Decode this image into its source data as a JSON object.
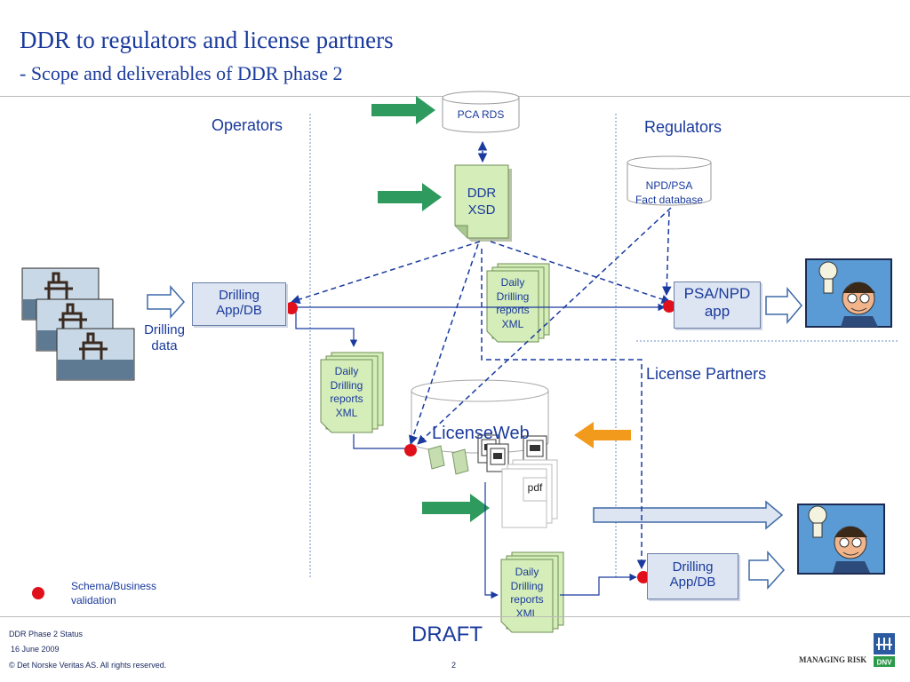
{
  "header": {
    "title": "DDR to regulators and license partners",
    "subtitle": "- Scope and deliverables of DDR phase 2"
  },
  "columns": {
    "operators": "Operators",
    "regulators": "Regulators",
    "license_partners": "License Partners"
  },
  "nodes": {
    "pca_rds": "PCA RDS",
    "ddr_xsd": [
      "DDR",
      "XSD"
    ],
    "npd_psa_db": [
      "NPD/PSA",
      "Fact database"
    ],
    "drilling_app_operator": [
      "Drilling",
      "App/DB"
    ],
    "drilling_data": [
      "Drilling",
      "data"
    ],
    "daily_reports_top": [
      "Daily",
      "Drilling",
      "reports",
      "XML"
    ],
    "daily_reports_mid": [
      "Daily",
      "Drilling",
      "reports",
      "XML"
    ],
    "daily_reports_bottom": [
      "Daily",
      "Drilling",
      "reports",
      "XML"
    ],
    "psa_npd_app": [
      "PSA/NPD",
      "app"
    ],
    "licenseweb": "LicenseWeb",
    "pdf": "pdf",
    "drilling_app_partner": [
      "Drilling",
      "App/DB"
    ]
  },
  "legend": {
    "validation": [
      "Schema/Business",
      "validation"
    ]
  },
  "watermark": "DRAFT",
  "footer": {
    "line1": "DDR Phase 2 Status",
    "line2": "16 June 2009",
    "copyright": "© Det Norske Veritas AS. All rights reserved.",
    "page": "2",
    "brand": "MANAGING RISK",
    "logo_text": "DNV"
  },
  "colors": {
    "blue_text": "#1a3a9c",
    "arrow_green": "#2e9a5e",
    "arrow_orange": "#f29a1c",
    "validation_red": "#e0101a",
    "doc_fill": "#d4edb9",
    "box_fill": "#dde5f2"
  },
  "icons": {
    "rig_photos": "offshore-platform-photo",
    "person": "person-lightbulb-icon",
    "logo": "dnv-logo-icon"
  }
}
